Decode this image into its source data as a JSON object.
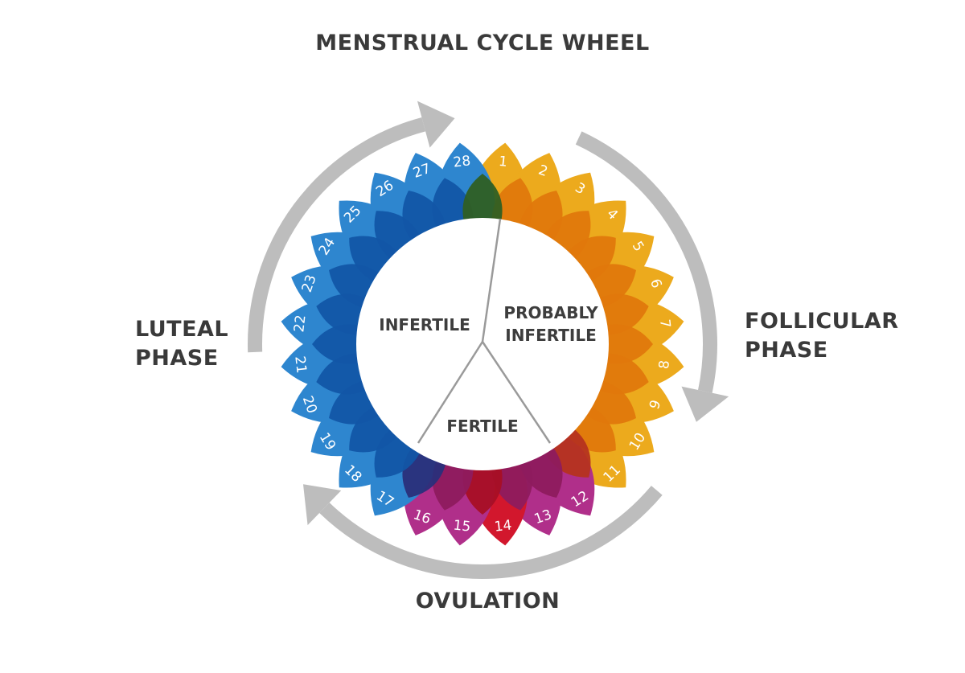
{
  "title": "MENSTRUAL CYCLE WHEEL",
  "phases": {
    "luteal": [
      "LUTEAL",
      "PHASE"
    ],
    "follicular": [
      "FOLLICULAR",
      "PHASE"
    ],
    "ovulation": "OVULATION"
  },
  "center": {
    "infertile": "INFERTILE",
    "probably_infertile": [
      "PROBABLY",
      "INFERTILE"
    ],
    "fertile": "FERTILE"
  },
  "days": [
    "1",
    "2",
    "3",
    "4",
    "5",
    "6",
    "7",
    "8",
    "9",
    "10",
    "11",
    "12",
    "13",
    "14",
    "15",
    "16",
    "17",
    "18",
    "19",
    "20",
    "21",
    "22",
    "23",
    "24",
    "25",
    "26",
    "27",
    "28"
  ],
  "colors": {
    "follicular": "#ecaa1d",
    "follicular_dark": "#e0780c",
    "ovulation": "#b02f8a",
    "ovulation_dark": "#8e1b5e",
    "ovulation_peak": "#d2172d",
    "ovulation_peak_dark": "#a80f25",
    "luteal": "#2e86cf",
    "luteal_dark": "#1256a7",
    "overlap_green": "#2f5f23",
    "overlap_navy": "#2a2f7a",
    "overlap_red": "#b5331f",
    "arrow": "#bdbdbd",
    "text": "#3a3a3a"
  }
}
